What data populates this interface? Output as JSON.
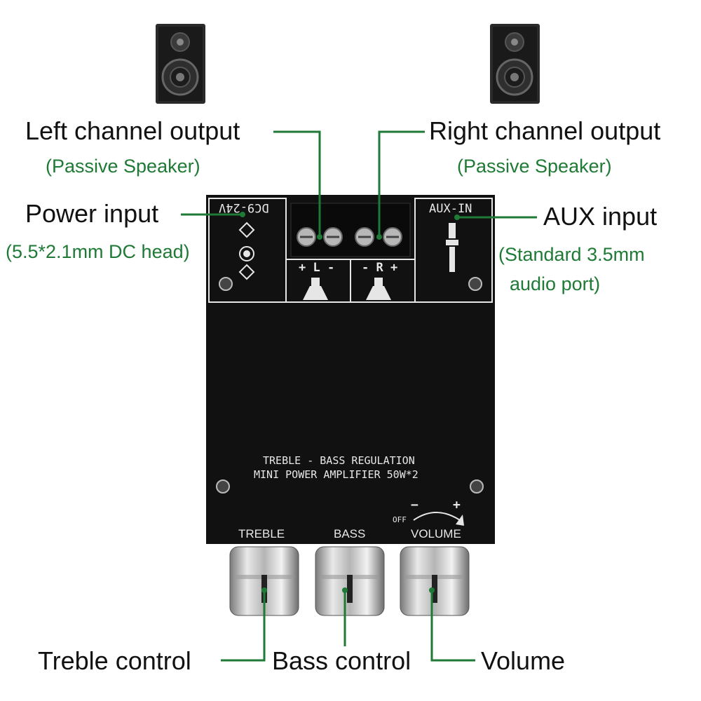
{
  "labels": {
    "left_output": "Left channel output",
    "left_output_sub": "(Passive Speaker)",
    "right_output": "Right channel output",
    "right_output_sub": "(Passive Speaker)",
    "power_input": "Power input",
    "power_input_sub": "(5.5*2.1mm DC head)",
    "aux_input": "AUX input",
    "aux_input_sub_1": "(Standard 3.5mm",
    "aux_input_sub_2": "audio port)",
    "treble_control": "Treble control",
    "bass_control": "Bass control",
    "volume": "Volume"
  },
  "board": {
    "dc_label": "DC9-24V",
    "aux_label": "AUX-IN",
    "left_terminal": "+ L -",
    "right_terminal": "- R +",
    "title_line1": "TREBLE - BASS REGULATION",
    "title_line2": "MINI POWER AMPLIFIER 50W*2",
    "knob_treble": "TREBLE",
    "knob_bass": "BASS",
    "knob_volume": "VOLUME",
    "volume_off": "OFF",
    "volume_minus": "−",
    "volume_plus": "+"
  },
  "colors": {
    "leader_line": "#1e7a35",
    "board": "#111111",
    "outline": "#e6e6e6"
  }
}
